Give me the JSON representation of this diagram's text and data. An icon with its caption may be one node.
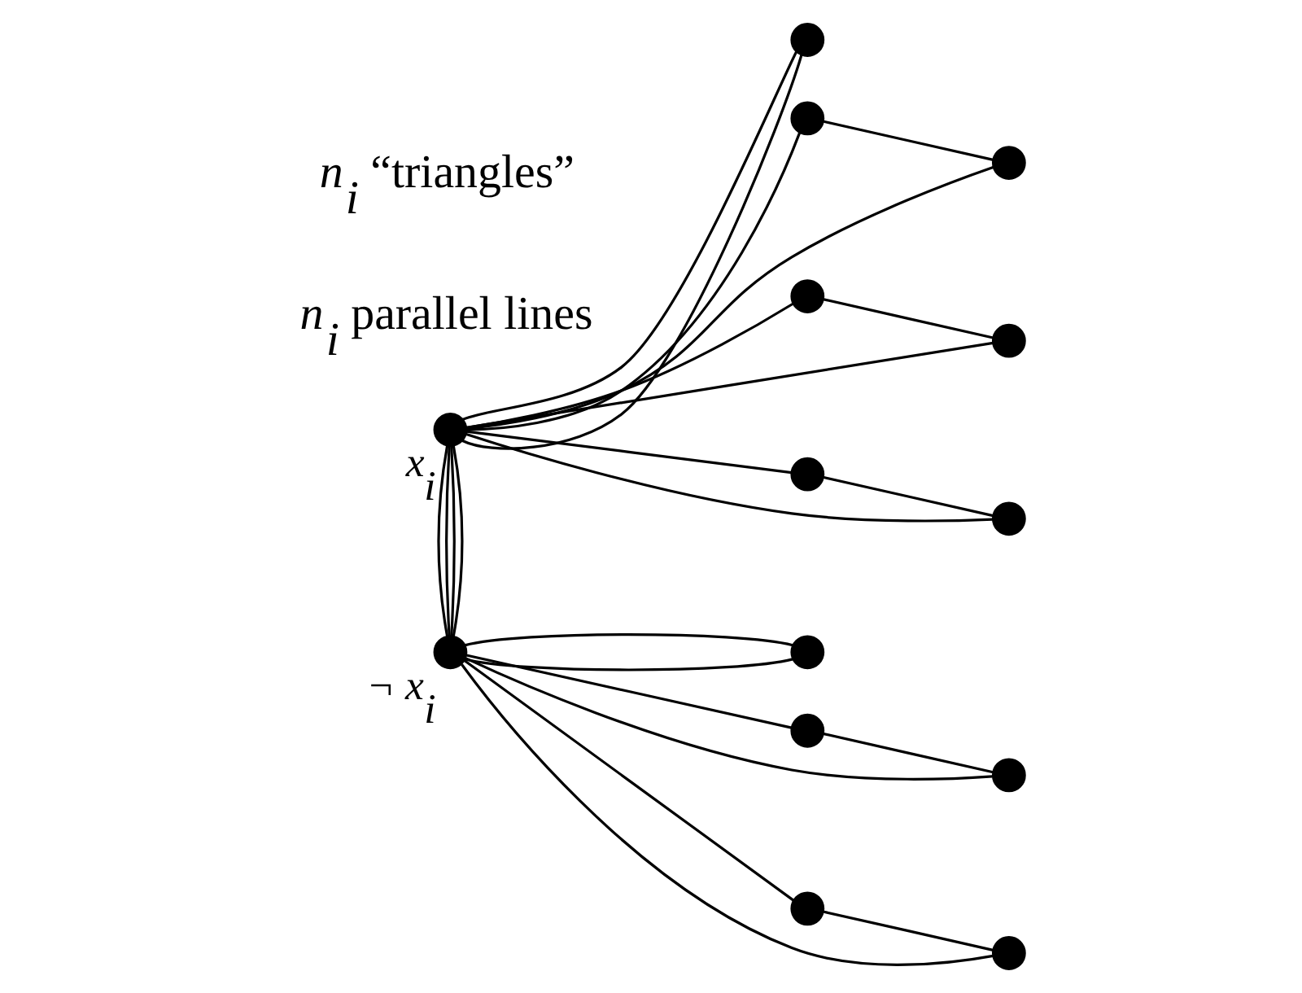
{
  "diagram": {
    "nodes": [
      {
        "text": [],
        "shape": "circle",
        "beside": [
          "x$_{i}$"
        ]
      },
      {
        "text": [],
        "shape": "circle"
      },
      {
        "text": [],
        "shape": "circle"
      },
      {
        "text": [],
        "shape": "circle"
      },
      {
        "text": [],
        "shape": "circle"
      },
      {
        "text": [],
        "shape": "circle"
      },
      {
        "text": [],
        "shape": "circle"
      },
      {
        "text": [],
        "shape": "circle"
      },
      {
        "text": [],
        "shape": "circle",
        "beside": [
          "¬ x$_{i}$"
        ]
      },
      {
        "text": [],
        "shape": "circle"
      },
      {
        "text": [],
        "shape": "circle"
      },
      {
        "text": [],
        "shape": "circle"
      },
      {
        "text": [],
        "shape": "circle"
      },
      {
        "text": [],
        "shape": "circle"
      }
    ],
    "edges": [
      {
        "from": 0,
        "to": 1,
        "arrow": "none"
      },
      {
        "from": 0,
        "to": 1,
        "arrow": "none"
      },
      {
        "from": 0,
        "to": 2,
        "arrow": "none"
      },
      {
        "from": 0,
        "to": 3,
        "arrow": "none"
      },
      {
        "from": 2,
        "to": 3,
        "arrow": "none"
      },
      {
        "from": 0,
        "to": 4,
        "arrow": "none"
      },
      {
        "from": 0,
        "to": 5,
        "arrow": "none"
      },
      {
        "from": 4,
        "to": 5,
        "arrow": "none"
      },
      {
        "from": 0,
        "to": 6,
        "arrow": "none"
      },
      {
        "from": 0,
        "to": 7,
        "arrow": "none"
      },
      {
        "from": 6,
        "to": 7,
        "arrow": "none"
      },
      {
        "from": 0,
        "to": 8,
        "arrow": "none"
      },
      {
        "from": 0,
        "to": 8,
        "arrow": "none"
      },
      {
        "from": 0,
        "to": 8,
        "arrow": "none"
      },
      {
        "from": 0,
        "to": 8,
        "arrow": "none"
      },
      {
        "from": 8,
        "to": 9,
        "arrow": "none"
      },
      {
        "from": 8,
        "to": 9,
        "arrow": "none"
      },
      {
        "from": 8,
        "to": 10,
        "arrow": "none"
      },
      {
        "from": 8,
        "to": 11,
        "arrow": "none"
      },
      {
        "from": 10,
        "to": 11,
        "arrow": "none"
      },
      {
        "from": 8,
        "to": 12,
        "arrow": "none"
      },
      {
        "from": 8,
        "to": 13,
        "arrow": "none"
      },
      {
        "from": 12,
        "to": 13,
        "arrow": "none"
      }
    ],
    "labels": [
      "n$_{i}$ parallel lines",
      "n$_{i}$ “triangles”"
    ]
  }
}
